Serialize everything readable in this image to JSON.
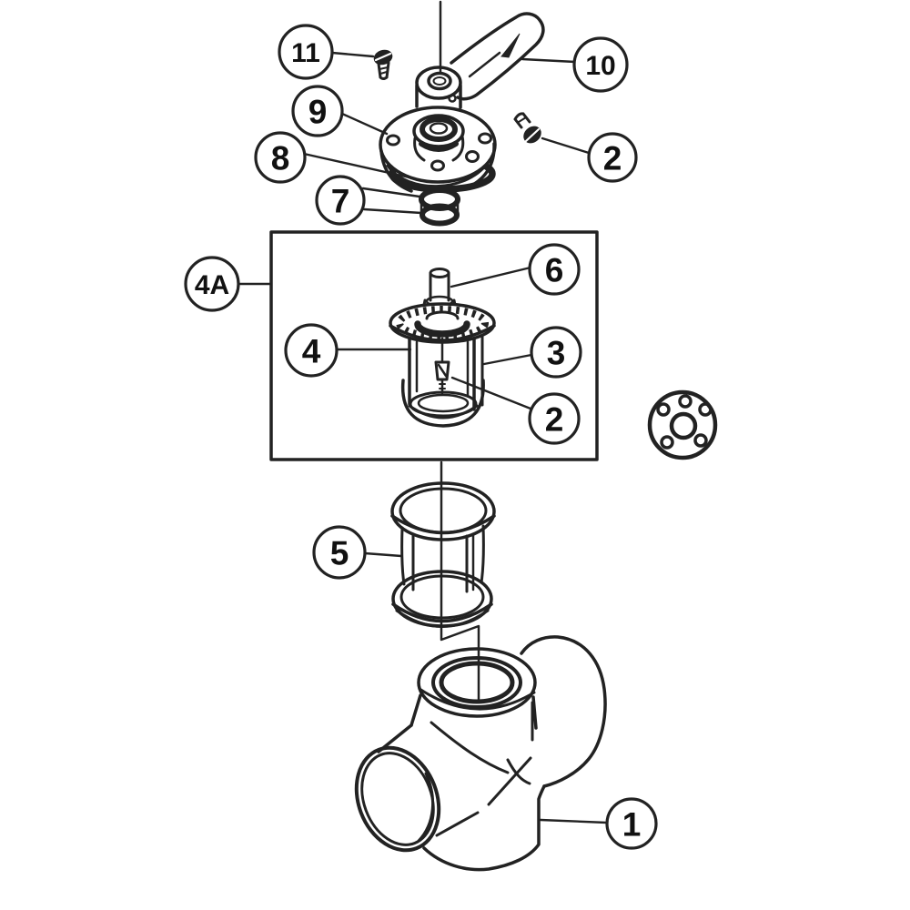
{
  "colors": {
    "background": "#ffffff",
    "line": "#222222",
    "label_text": "#111111"
  },
  "callouts": [
    {
      "label": "11",
      "part": "handle-screw"
    },
    {
      "label": "10",
      "part": "handle"
    },
    {
      "label": "9",
      "part": "cover"
    },
    {
      "label": "8",
      "part": "cover-o-ring"
    },
    {
      "label": "2",
      "part": "cover-screw"
    },
    {
      "label": "7",
      "part": "stem-o-rings"
    },
    {
      "label": "4A",
      "part": "diverter-assembly"
    },
    {
      "label": "6",
      "part": "diverter-stem"
    },
    {
      "label": "4",
      "part": "diverter"
    },
    {
      "label": "3",
      "part": "diverter-sleeve"
    },
    {
      "label": "2",
      "part": "diverter-screw"
    },
    {
      "label": "5",
      "part": "retainer-cage"
    },
    {
      "label": "1",
      "part": "valve-body"
    }
  ]
}
